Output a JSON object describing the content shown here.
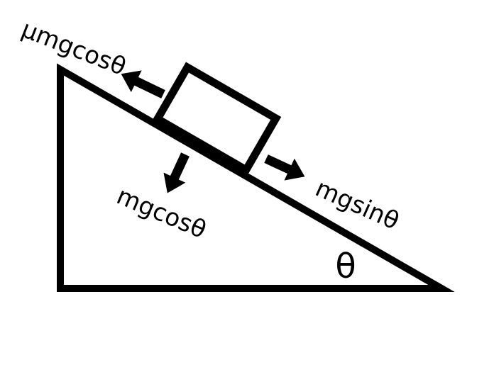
{
  "diagram": {
    "background_color": "#ffffff",
    "ink_color": "#000000",
    "labels": {
      "friction_force": "μmgcosθ",
      "gravity_perpendicular_component": "mgcosθ",
      "gravity_parallel_component": "mgsinθ",
      "incline_angle": "θ"
    }
  }
}
